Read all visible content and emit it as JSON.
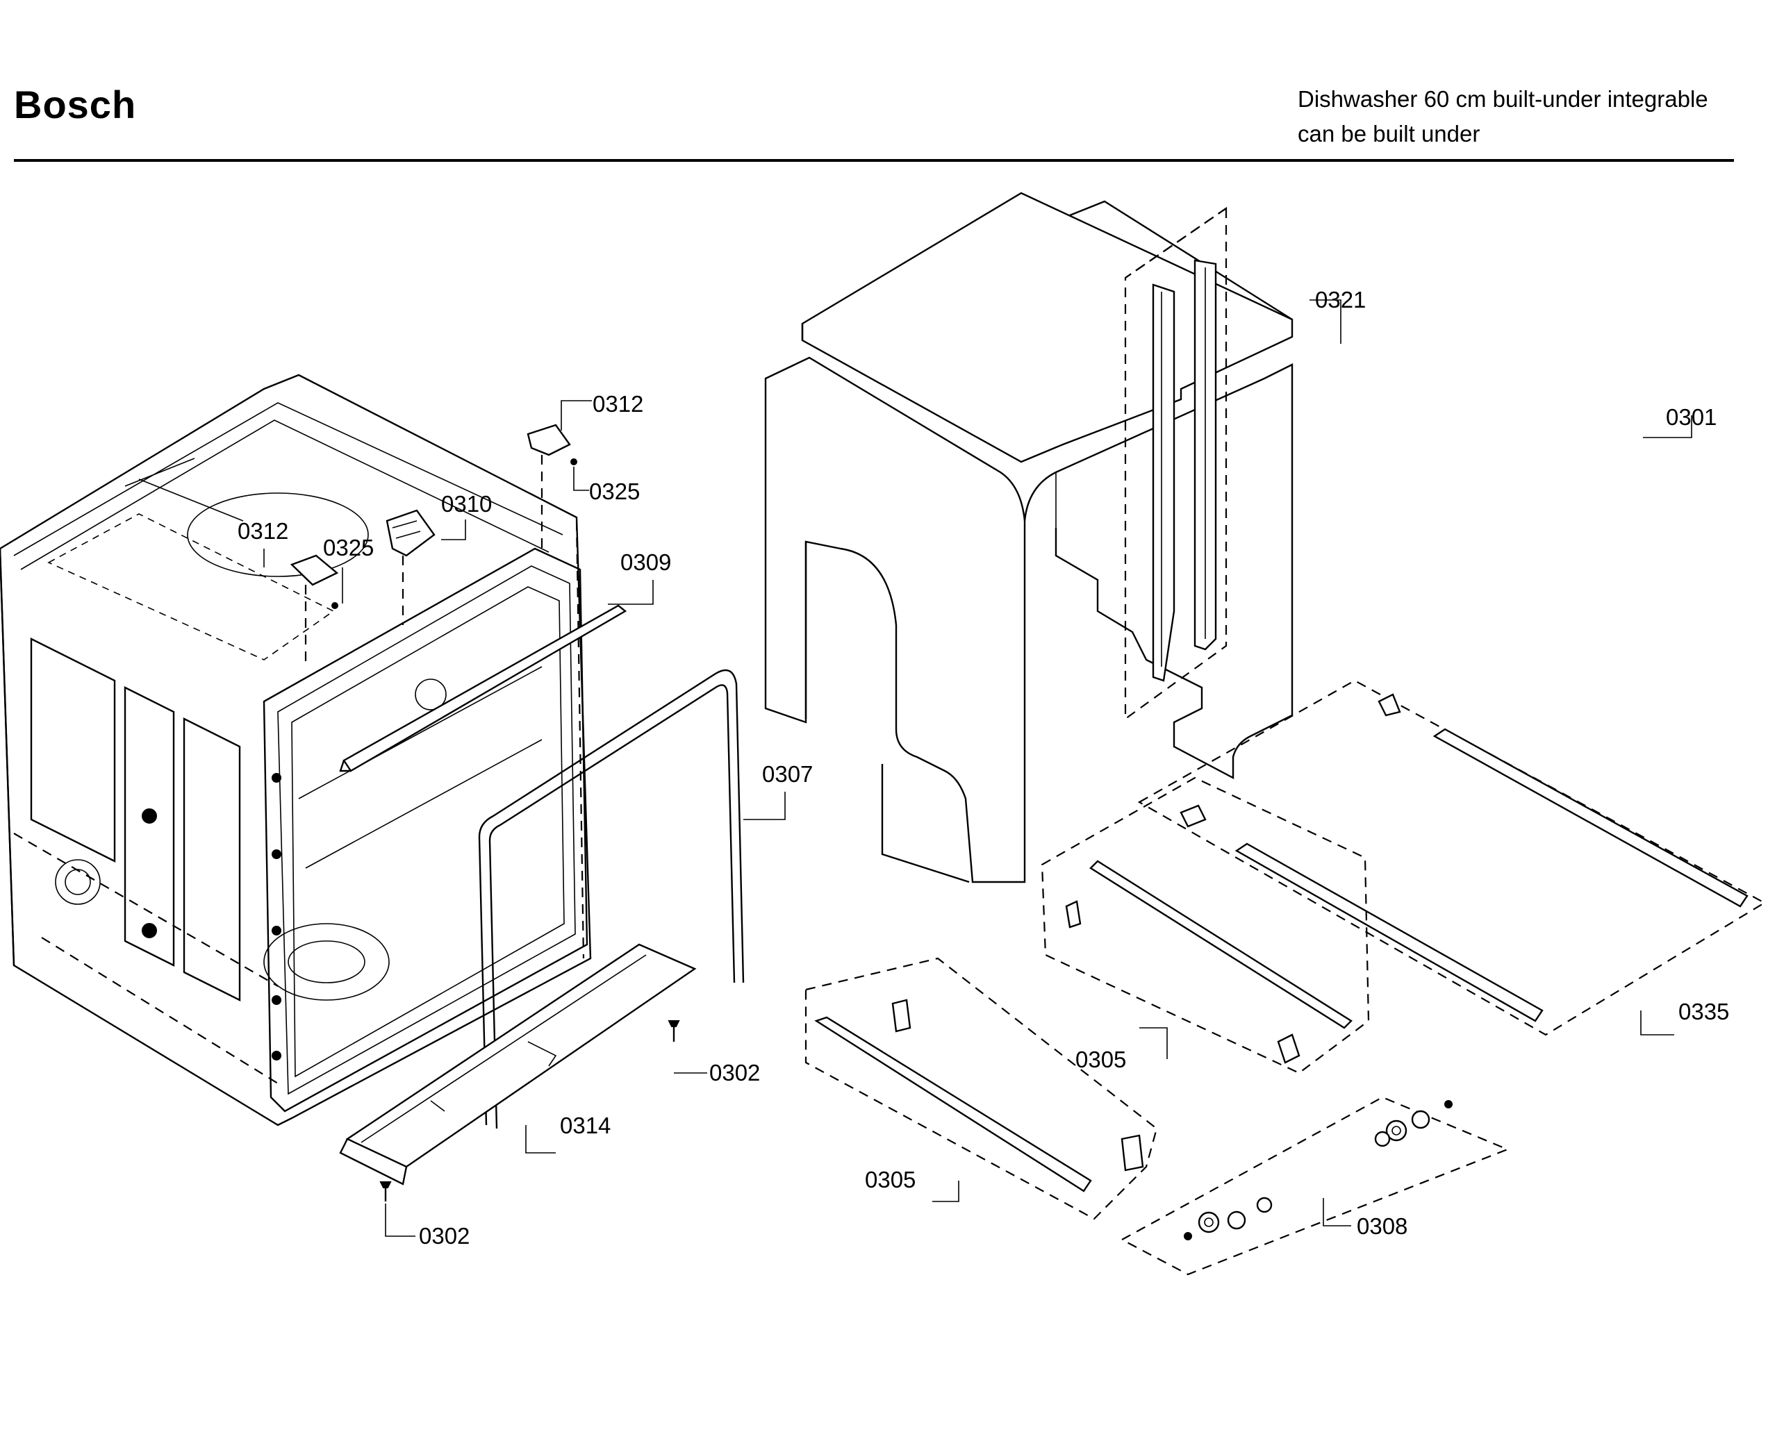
{
  "header": {
    "brand": "Bosch",
    "model_line_1": "Dishwasher 60 cm built-under integrable",
    "model_line_2": "can be built under"
  },
  "callouts": {
    "p0321": "0321",
    "p0301": "0301",
    "p0312_top": "0312",
    "p0325_top": "0325",
    "p0310": "0310",
    "p0312_left": "0312",
    "p0325_left": "0325",
    "p0309": "0309",
    "p0307": "0307",
    "p0302_right": "0302",
    "p0314": "0314",
    "p0302_bottom": "0302",
    "p0335": "0335",
    "p0305_mid": "0305",
    "p0305_bottom": "0305",
    "p0308": "0308"
  }
}
